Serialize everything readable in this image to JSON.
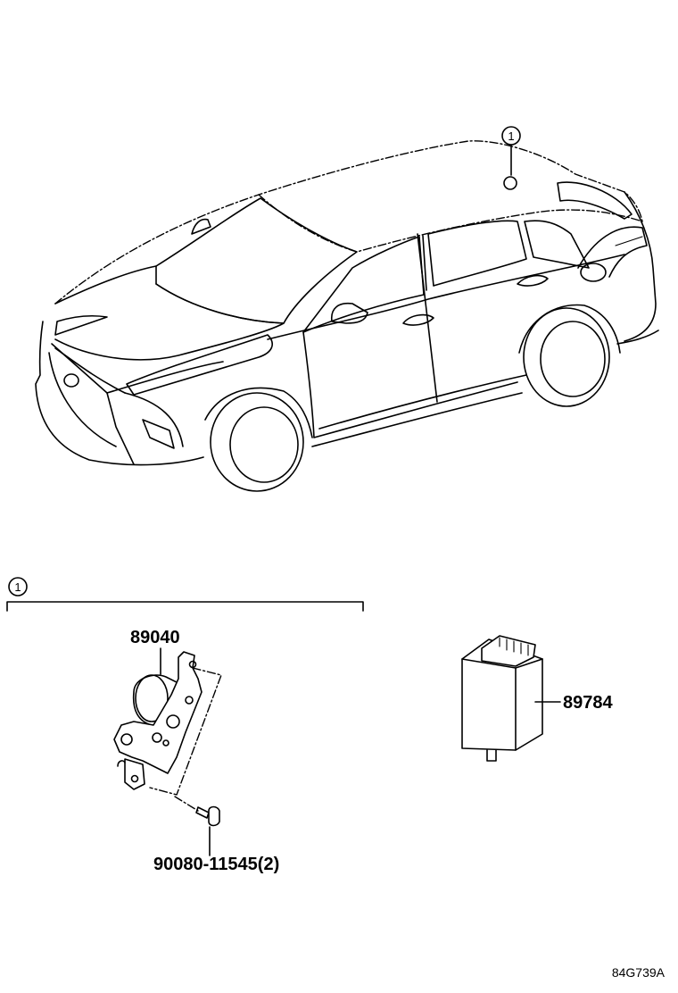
{
  "callout_ref": "1",
  "parts": {
    "buzzer": {
      "number": "89040"
    },
    "ecu": {
      "number": "89784"
    },
    "bolt": {
      "number": "90080-11545(2)"
    }
  },
  "group": {
    "ref": "1"
  },
  "illustration_code": "84G739A"
}
